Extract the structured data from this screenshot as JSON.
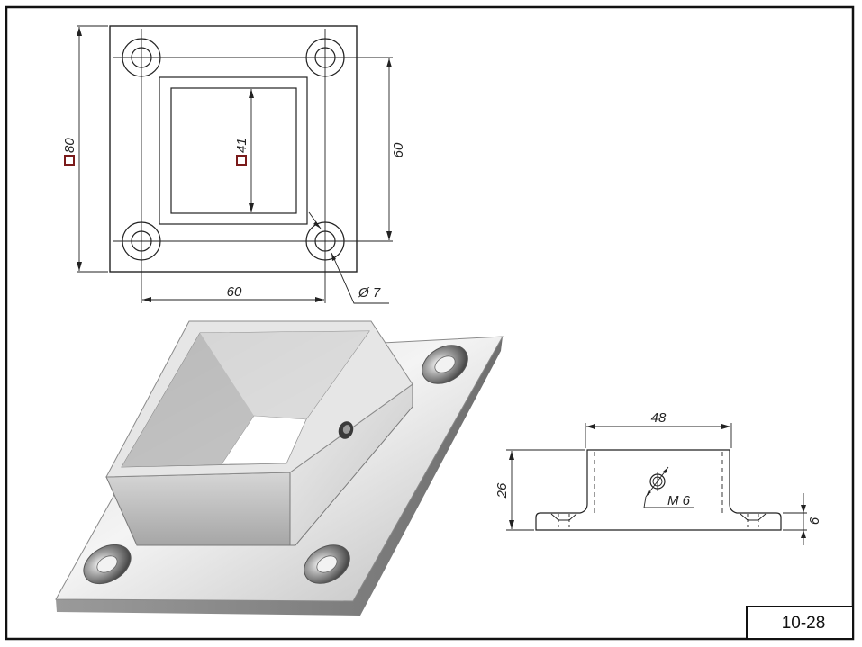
{
  "sheet": {
    "number": "10-28"
  },
  "top_view": {
    "outer_size_label": "80",
    "inner_size_label": "41",
    "hole_spacing_x_label": "60",
    "hole_spacing_y_label": "60",
    "hole_diameter_label": "Ø 7",
    "square_symbol_color": "#7a1a1a"
  },
  "side_view": {
    "width_label": "48",
    "height_label": "26",
    "plate_thickness_label": "6",
    "thread_label": "M 6"
  }
}
